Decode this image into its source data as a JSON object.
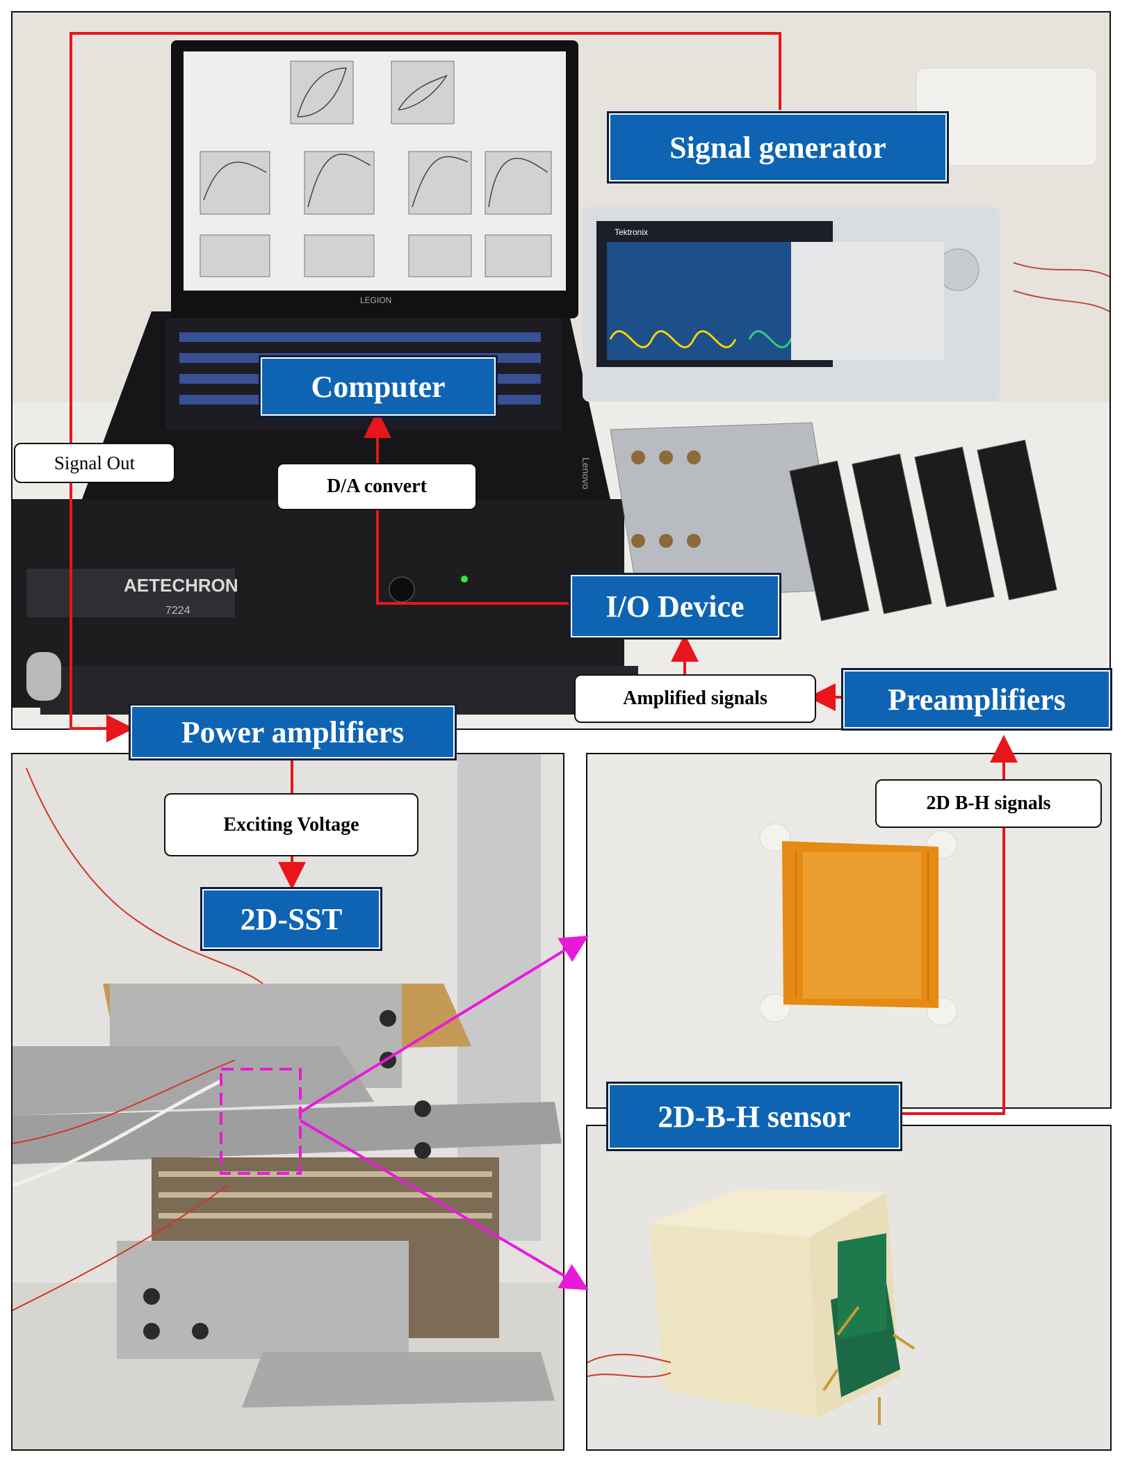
{
  "labels": {
    "signal_generator": "Signal generator",
    "computer": "Computer",
    "io_device": "I/O Device",
    "power_amplifiers": "Power amplifiers",
    "preamplifiers": "Preamplifiers",
    "sst": "2D-SST",
    "sensor": "2D-B-H sensor"
  },
  "annotations": {
    "signal_out": "Signal Out",
    "da_convert": "D/A convert",
    "amplified_signals": "Amplified signals",
    "exciting_voltage": "Exciting Voltage",
    "bh_signals": "2D B-H signals"
  },
  "device_text": {
    "laptop_brand": "LEGION",
    "lid_brand": "Lenovo",
    "amp_brand": "AETECHRON",
    "amp_model": "7224",
    "scope_brand": "Tektronix"
  },
  "colors": {
    "label_fill": "#0e64b2",
    "arrow_red": "#e8161b",
    "arrow_magenta": "#e81ad9"
  }
}
